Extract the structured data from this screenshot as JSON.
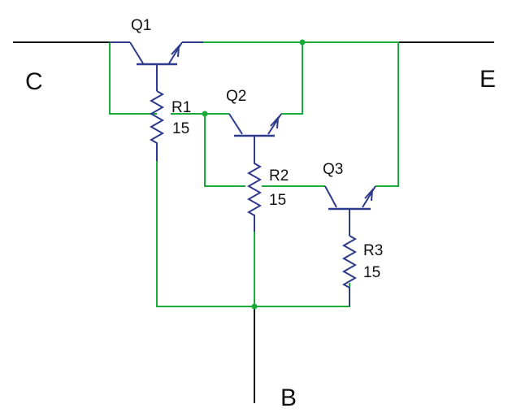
{
  "terminals": {
    "collector": "C",
    "emitter": "E",
    "base": "B"
  },
  "transistors": [
    {
      "name": "Q1"
    },
    {
      "name": "Q2"
    },
    {
      "name": "Q3"
    }
  ],
  "resistors": [
    {
      "name": "R1",
      "value": "15"
    },
    {
      "name": "R2",
      "value": "15"
    },
    {
      "name": "R3",
      "value": "15"
    }
  ],
  "colors": {
    "wire": "#1aab3a",
    "component": "#2e3a8c",
    "terminal_wire": "#111111"
  }
}
